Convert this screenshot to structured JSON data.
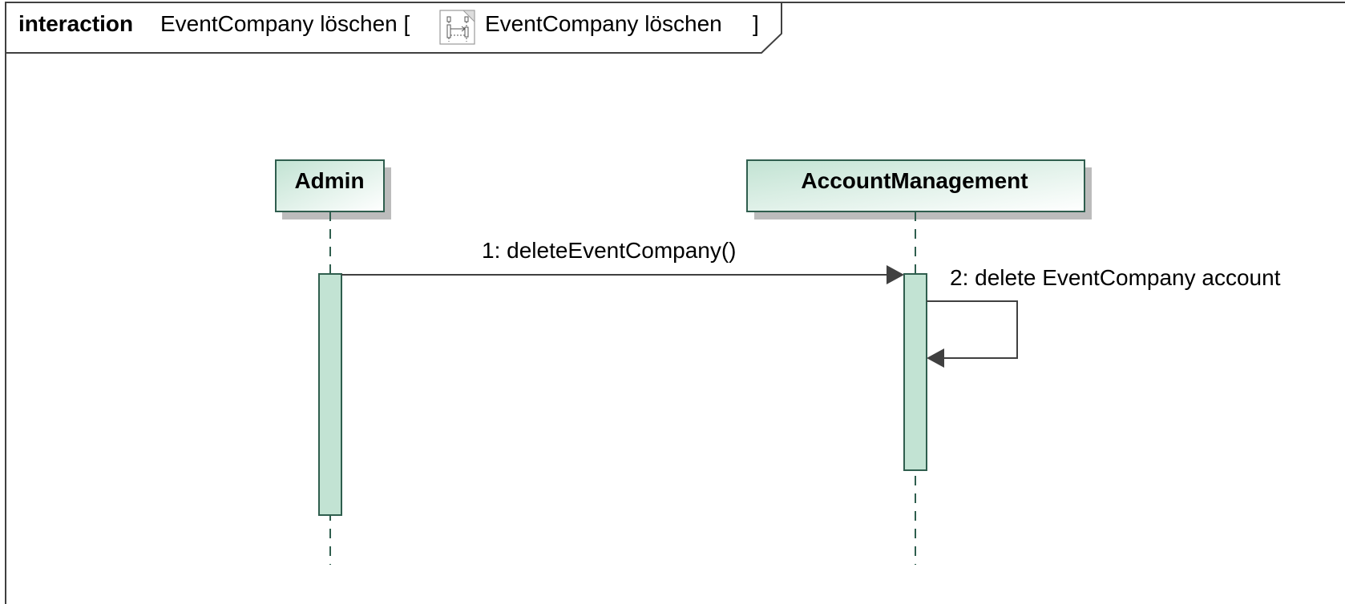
{
  "frame": {
    "keyword": "interaction",
    "name": "EventCompany löschen [",
    "diagram_icon": "sequence-diagram-icon",
    "link_name": "EventCompany löschen",
    "close_bracket": "]"
  },
  "lifelines": [
    {
      "name": "Admin"
    },
    {
      "name": "AccountManagement"
    }
  ],
  "messages": [
    {
      "label": "1: deleteEventCompany()",
      "from": "Admin",
      "to": "AccountManagement",
      "kind": "synchronous-call"
    },
    {
      "label": "2: delete EventCompany account",
      "from": "AccountManagement",
      "to": "AccountManagement",
      "kind": "self-call"
    }
  ],
  "colors": {
    "frame_border": "#404040",
    "lifeline_fill_start": "#c2e3d3",
    "lifeline_fill_end": "#ffffff",
    "lifeline_border": "#2f5e4e",
    "activation_fill": "#c2e3d3",
    "shadow": "#bcbcbc",
    "arrow": "#404040",
    "lifeline_dash": "#2f5e4e"
  }
}
